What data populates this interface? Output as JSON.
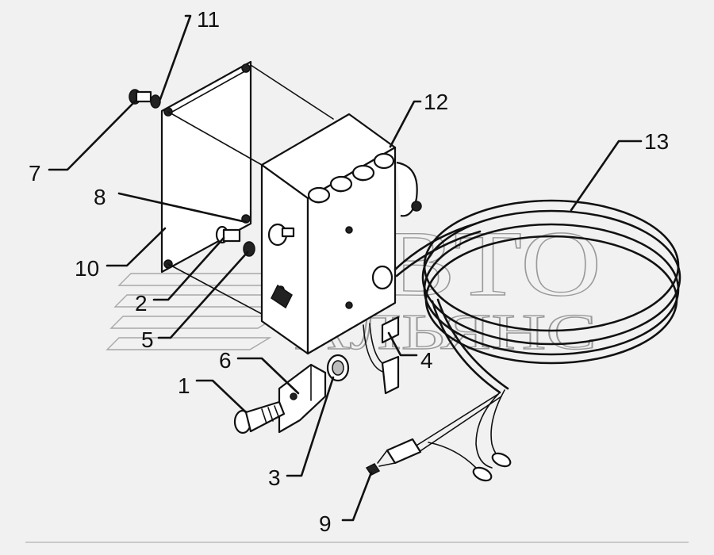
{
  "watermark": {
    "line1": "АВТО",
    "line2": "АЛЬЯНС"
  },
  "callouts": [
    {
      "id": "1",
      "label": "1"
    },
    {
      "id": "2",
      "label": "2"
    },
    {
      "id": "3",
      "label": "3"
    },
    {
      "id": "4",
      "label": "4"
    },
    {
      "id": "5",
      "label": "5"
    },
    {
      "id": "6",
      "label": "6"
    },
    {
      "id": "7",
      "label": "7"
    },
    {
      "id": "8",
      "label": "8"
    },
    {
      "id": "9",
      "label": "9"
    },
    {
      "id": "10",
      "label": "10"
    },
    {
      "id": "11",
      "label": "11"
    },
    {
      "id": "12",
      "label": "12"
    },
    {
      "id": "13",
      "label": "13"
    }
  ],
  "colors": {
    "background": "#f1f1f1",
    "ink": "#111111",
    "watermark": "#9a9a9a"
  }
}
